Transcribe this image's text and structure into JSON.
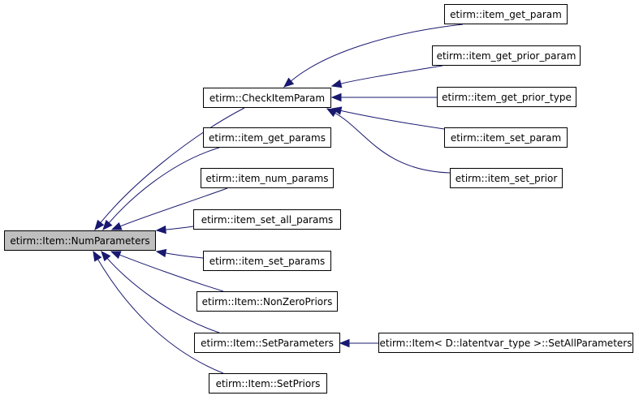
{
  "colors": {
    "edge": "#191970",
    "root_fill": "#bfbfbf",
    "node_fill": "#ffffff",
    "border": "#000000"
  },
  "nodes": {
    "root": "etirm::Item::NumParameters",
    "check_item_param": "etirm::CheckItemParam",
    "item_get_params": "etirm::item_get_params",
    "item_num_params": "etirm::item_num_params",
    "item_set_all_params": "etirm::item_set_all_params",
    "item_set_params": "etirm::item_set_params",
    "non_zero_priors": "etirm::Item::NonZeroPriors",
    "set_parameters": "etirm::Item::SetParameters",
    "set_priors": "etirm::Item::SetPriors",
    "item_get_param": "etirm::item_get_param",
    "item_get_prior_param": "etirm::item_get_prior_param",
    "item_get_prior_type": "etirm::item_get_prior_type",
    "item_set_param": "etirm::item_set_param",
    "item_set_prior": "etirm::item_set_prior",
    "set_all_parameters": "etirm::Item< D::latentvar_type >::SetAllParameters"
  },
  "edges": [
    {
      "from": "check_item_param",
      "to": "root"
    },
    {
      "from": "item_get_params",
      "to": "root"
    },
    {
      "from": "item_num_params",
      "to": "root"
    },
    {
      "from": "item_set_all_params",
      "to": "root"
    },
    {
      "from": "item_set_params",
      "to": "root"
    },
    {
      "from": "non_zero_priors",
      "to": "root"
    },
    {
      "from": "set_parameters",
      "to": "root"
    },
    {
      "from": "set_priors",
      "to": "root"
    },
    {
      "from": "item_get_param",
      "to": "check_item_param"
    },
    {
      "from": "item_get_prior_param",
      "to": "check_item_param"
    },
    {
      "from": "item_get_prior_type",
      "to": "check_item_param"
    },
    {
      "from": "item_set_param",
      "to": "check_item_param"
    },
    {
      "from": "item_set_prior",
      "to": "check_item_param"
    },
    {
      "from": "set_all_parameters",
      "to": "set_parameters"
    }
  ]
}
